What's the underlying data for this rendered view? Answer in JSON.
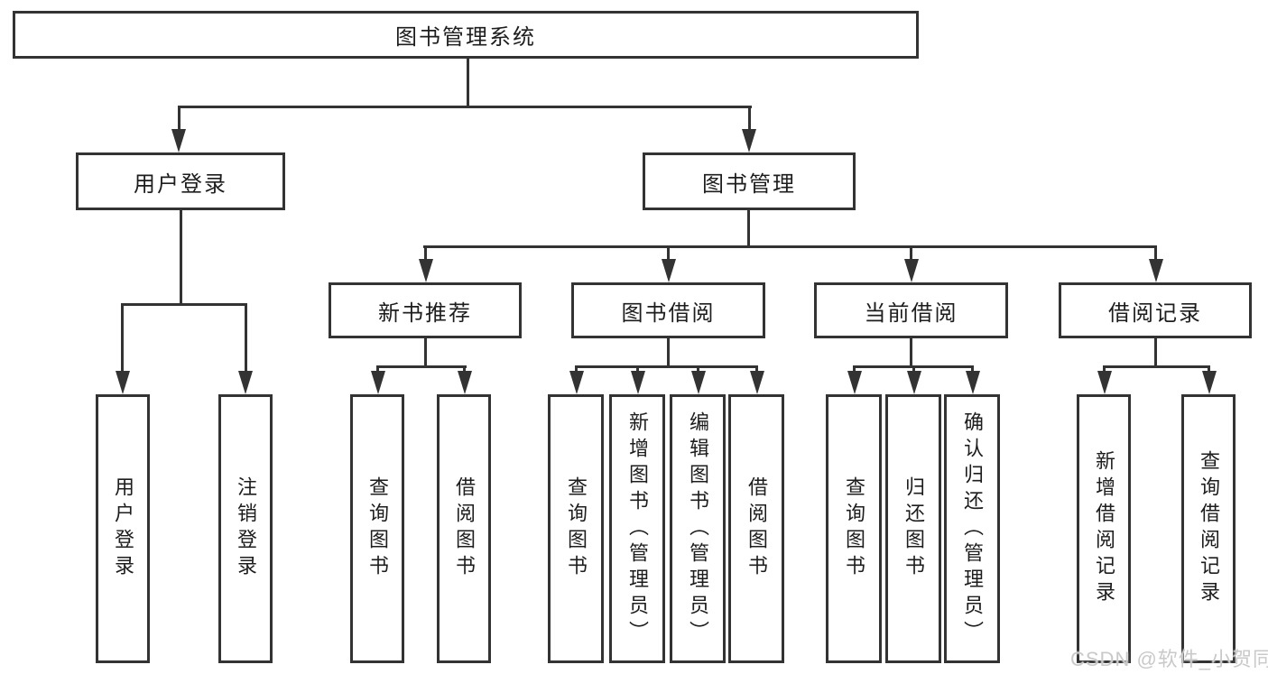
{
  "diagram": {
    "type": "hierarchy-tree",
    "colors": {
      "line": "#333333",
      "box_background": "#ffffff",
      "text": "#1d1d1d",
      "watermark": "#c9c9c9"
    },
    "watermark": "CSDN @软件_小贺同学",
    "tree": {
      "label": "图书管理系统",
      "children": [
        {
          "label": "用户登录",
          "children": [
            {
              "label": "用户登录"
            },
            {
              "label": "注销登录"
            }
          ]
        },
        {
          "label": "图书管理",
          "children": [
            {
              "label": "新书推荐",
              "children": [
                {
                  "label": "查询图书"
                },
                {
                  "label": "借阅图书"
                }
              ]
            },
            {
              "label": "图书借阅",
              "children": [
                {
                  "label": "查询图书"
                },
                {
                  "label": "新增图书（管理员）"
                },
                {
                  "label": "编辑图书（管理员）"
                },
                {
                  "label": "借阅图书"
                }
              ]
            },
            {
              "label": "当前借阅",
              "children": [
                {
                  "label": "查询图书"
                },
                {
                  "label": "归还图书"
                },
                {
                  "label": "确认归还（管理员）"
                }
              ]
            },
            {
              "label": "借阅记录",
              "children": [
                {
                  "label": "新增借阅记录"
                },
                {
                  "label": "查询借阅记录"
                }
              ]
            }
          ]
        }
      ]
    }
  }
}
